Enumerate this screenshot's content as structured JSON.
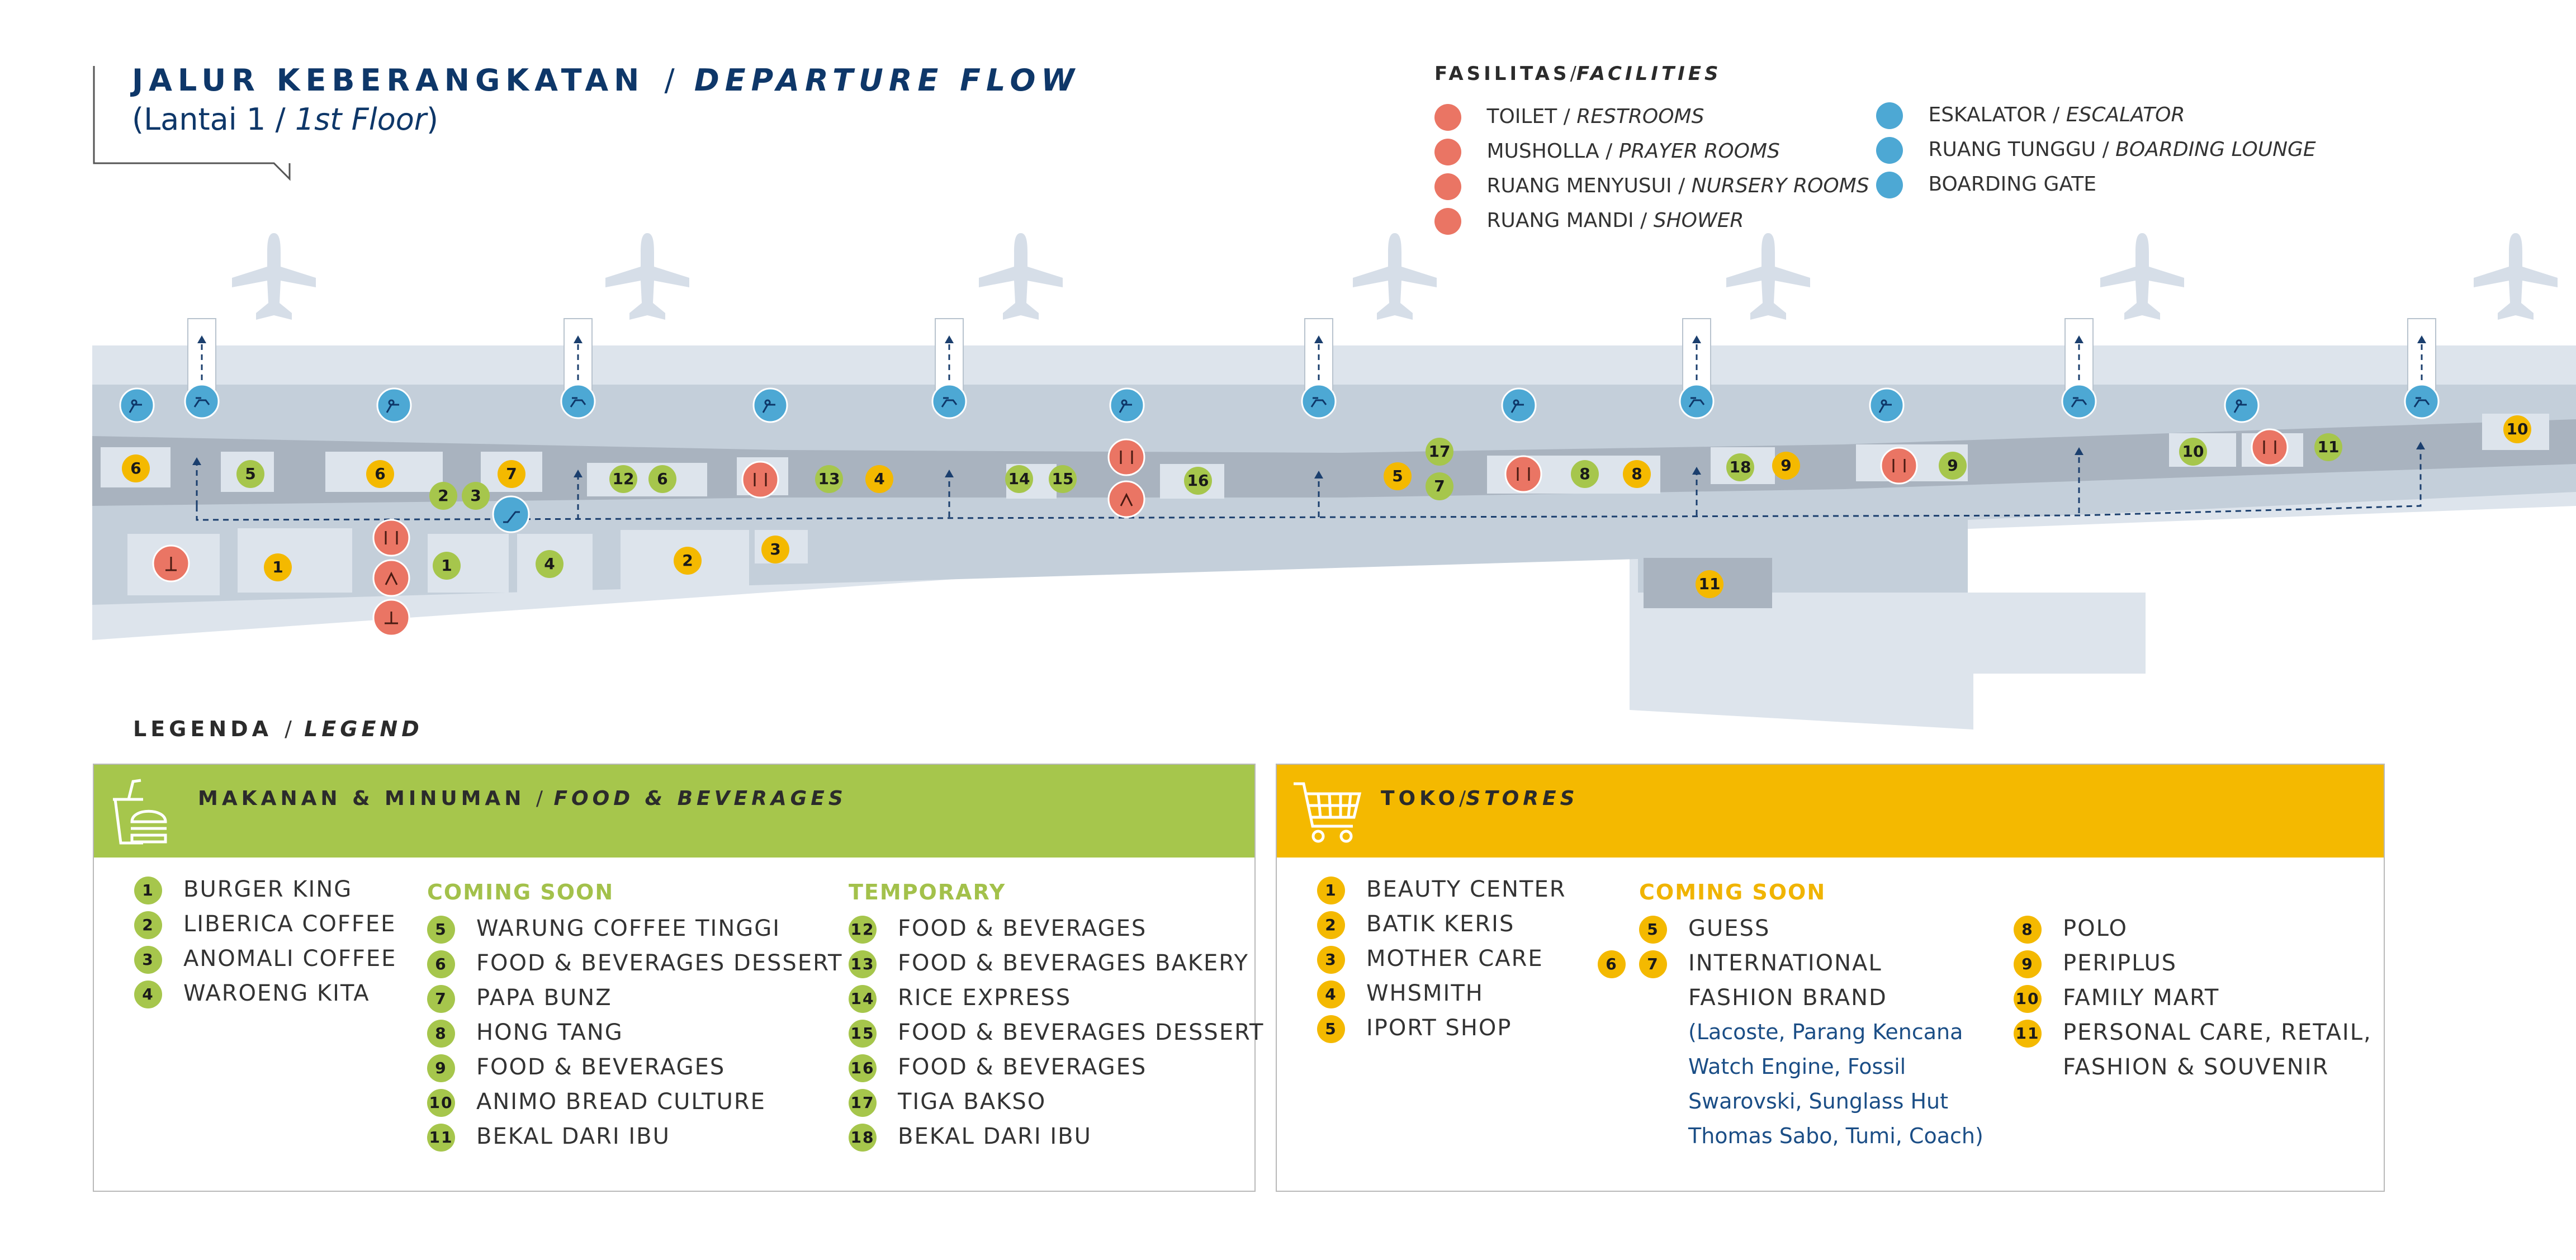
{
  "header": {
    "title_id": "JALUR KEBERANGKATAN",
    "separator": "/",
    "title_en": "DEPARTURE FLOW",
    "subtitle_open": "(Lantai 1",
    "subtitle_sep": "/",
    "subtitle_en": "1st Floor",
    "subtitle_close": ")"
  },
  "facilities": {
    "title_id": "FASILITAS",
    "title_sep": "/",
    "title_en": "FACILITIES",
    "left": [
      {
        "id": "TOILET",
        "en": "RESTROOMS",
        "icon": "restroom-icon"
      },
      {
        "id": "MUSHOLLA",
        "en": "PRAYER ROOMS",
        "icon": "prayer-room-icon"
      },
      {
        "id": "RUANG MENYUSUI",
        "en": "NURSERY ROOMS",
        "icon": "nursery-icon"
      },
      {
        "id": "RUANG MANDI",
        "en": "SHOWER",
        "icon": "shower-icon"
      }
    ],
    "right": [
      {
        "id": "ESKALATOR",
        "en": "ESCALATOR",
        "icon": "escalator-icon"
      },
      {
        "id": "RUANG TUNGGU",
        "en": "BOARDING LOUNGE",
        "icon": "boarding-lounge-icon"
      },
      {
        "id": "BOARDING GATE",
        "en": "",
        "icon": "boarding-gate-icon"
      }
    ],
    "item_sep": "/"
  },
  "legend_title": {
    "id": "LEGENDA",
    "sep": "/",
    "en": "LEGEND"
  },
  "fnb": {
    "title_id": "MAKANAN & MINUMAN",
    "sep": "/",
    "title_en": "FOOD & BEVERAGES",
    "col1": [
      {
        "n": "1",
        "name": "BURGER KING"
      },
      {
        "n": "2",
        "name": "LIBERICA COFFEE"
      },
      {
        "n": "3",
        "name": "ANOMALI COFFEE"
      },
      {
        "n": "4",
        "name": "WAROENG KITA"
      }
    ],
    "coming_soon_label": "COMING SOON",
    "col2": [
      {
        "n": "5",
        "name": "WARUNG COFFEE TINGGI"
      },
      {
        "n": "6",
        "name": "FOOD & BEVERAGES DESSERT"
      },
      {
        "n": "7",
        "name": "PAPA BUNZ"
      },
      {
        "n": "8",
        "name": "HONG TANG"
      },
      {
        "n": "9",
        "name": "FOOD & BEVERAGES"
      },
      {
        "n": "10",
        "name": "ANIMO BREAD CULTURE"
      },
      {
        "n": "11",
        "name": "BEKAL DARI IBU"
      }
    ],
    "temporary_label": "TEMPORARY",
    "col3": [
      {
        "n": "12",
        "name": "FOOD & BEVERAGES"
      },
      {
        "n": "13",
        "name": "FOOD & BEVERAGES BAKERY"
      },
      {
        "n": "14",
        "name": "RICE EXPRESS"
      },
      {
        "n": "15",
        "name": "FOOD & BEVERAGES DESSERT"
      },
      {
        "n": "16",
        "name": "FOOD & BEVERAGES"
      },
      {
        "n": "17",
        "name": "TIGA BAKSO"
      },
      {
        "n": "18",
        "name": "BEKAL DARI IBU"
      }
    ]
  },
  "stores": {
    "title_id": "TOKO",
    "sep": "/",
    "title_en": "STORES",
    "col1": [
      {
        "n": "1",
        "name": "BEAUTY CENTER"
      },
      {
        "n": "2",
        "name": "BATIK KERIS"
      },
      {
        "n": "3",
        "name": "MOTHER CARE"
      },
      {
        "n": "4",
        "name": "WHSMITH"
      },
      {
        "n": "5",
        "name": "IPORT SHOP"
      }
    ],
    "coming_soon_label": "COMING SOON",
    "col2_guess": {
      "n": "5",
      "name": "GUESS"
    },
    "col2_intl": {
      "n1": "6",
      "n2": "7",
      "line1": "INTERNATIONAL",
      "line2": "FASHION BRAND"
    },
    "col2_brands": [
      "(Lacoste, Parang Kencana",
      "Watch Engine, Fossil",
      "Swarovski, Sunglass Hut",
      "Thomas Sabo, Tumi, Coach)"
    ],
    "col3": [
      {
        "n": "8",
        "name": "POLO"
      },
      {
        "n": "9",
        "name": "PERIPLUS"
      },
      {
        "n": "10",
        "name": "FAMILY MART"
      },
      {
        "n": "11",
        "name": "PERSONAL CARE, RETAIL,"
      }
    ],
    "col3_extra": "FASHION & SOUVENIR"
  },
  "map": {
    "fnb_markers": [
      "6",
      "5",
      "6",
      "2",
      "3",
      "7",
      "12",
      "6",
      "13",
      "4",
      "14",
      "15",
      "16",
      "5",
      "17",
      "7",
      "8",
      "8",
      "18",
      "9",
      "9",
      "10",
      "11",
      "10",
      "1",
      "4",
      "2",
      "3",
      "1",
      "11"
    ]
  },
  "colors": {
    "navy": "#0e3769",
    "green": "#a6c64c",
    "yellow": "#f4b900",
    "facility_red": "#ea7564",
    "facility_blue": "#4da8d4",
    "terminal_light": "#dde4ec",
    "terminal_mid": "#c4cfda",
    "corridor": "#a9b3bf"
  }
}
